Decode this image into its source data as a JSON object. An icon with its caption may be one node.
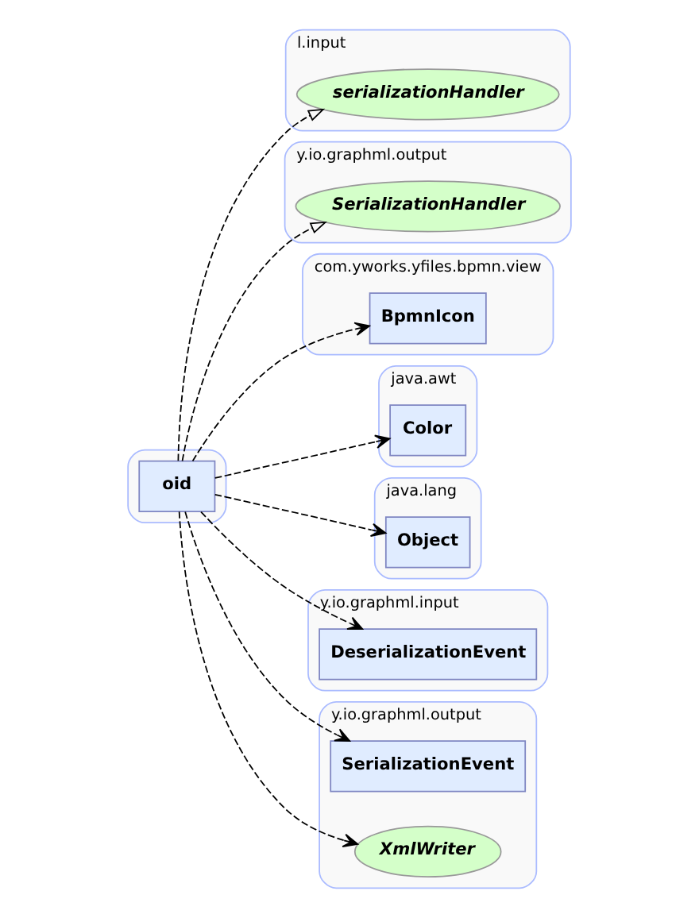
{
  "diagram": {
    "nodes": [
      {
        "text": [
          "l.input"
        ]
      },
      {
        "text": [
          "serializationHandler"
        ],
        "in": 0
      },
      {
        "text": [
          "y.io.graphml.output"
        ]
      },
      {
        "text": [
          "SerializationHandler"
        ],
        "in": 2
      },
      {
        "text": [],
        "shape": "box"
      },
      {
        "text": [
          "oid"
        ],
        "in": 4
      },
      {
        "text": [
          "com.yworks.yfiles.bpmn.view"
        ]
      },
      {
        "text": [
          "BpmnIcon"
        ],
        "in": 6
      },
      {
        "text": [
          "java.awt"
        ]
      },
      {
        "text": [
          "Color"
        ],
        "in": 8
      },
      {
        "text": [
          "java.lang"
        ]
      },
      {
        "text": [
          "Object"
        ],
        "in": 10
      },
      {
        "text": [
          "y.io.graphml.input"
        ]
      },
      {
        "text": [
          "DeserializationEvent"
        ],
        "in": 12
      },
      {
        "text": [
          "y.io.graphml.output"
        ]
      },
      {
        "text": [
          "SerializationEvent"
        ],
        "in": 14
      },
      {
        "text": [
          "XmlWriter"
        ],
        "in": 14
      }
    ],
    "edges": [
      {
        "from": 5,
        "to": 1,
        "arrow": "to",
        "style": "dashed"
      },
      {
        "from": 5,
        "to": 3,
        "arrow": "to",
        "style": "dashed"
      },
      {
        "from": 5,
        "to": 7,
        "arrow": "to",
        "style": "dashed"
      },
      {
        "from": 5,
        "to": 9,
        "arrow": "to",
        "style": "dashed"
      },
      {
        "from": 5,
        "to": 11,
        "arrow": "to",
        "style": "dashed"
      },
      {
        "from": 5,
        "to": 13,
        "arrow": "to",
        "style": "dashed"
      },
      {
        "from": 5,
        "to": 15,
        "arrow": "to",
        "style": "dashed"
      },
      {
        "from": 5,
        "to": 16,
        "arrow": "to",
        "style": "dashed"
      }
    ]
  }
}
